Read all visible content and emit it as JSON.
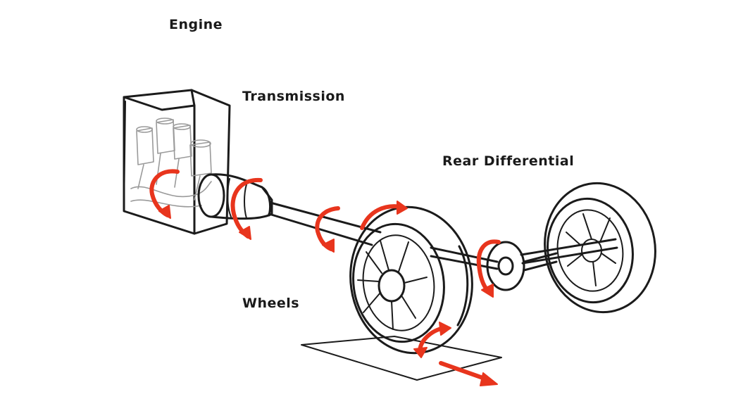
{
  "labels": {
    "engine": "Engine",
    "transmission": "Transmission",
    "rear_differential": "Rear Differential",
    "wheels": "Wheels"
  },
  "colors": {
    "ink": "#1b1b1b",
    "rotation_arrow": "#e8351d",
    "background": "#ffffff"
  }
}
